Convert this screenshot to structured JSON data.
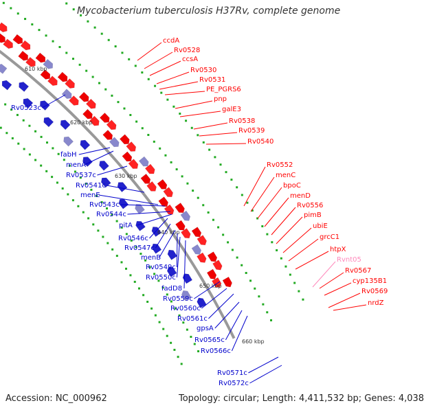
{
  "title": "Mycobacterium tuberculosis H37Rv, complete genome",
  "footer": {
    "accession": "Accession: NC_000962",
    "summary": "Topology: circular; Length: 4,411,532 bp; Genes: 4,038"
  },
  "colors": {
    "forward_label": "#ff0000",
    "reverse_label": "#0000cc",
    "rna_label": "#ff88bb",
    "backbone": "#999999",
    "gc_dots": "#22aa22"
  },
  "scale_labels": [
    "610 kbp",
    "620 kbp",
    "630 kbp",
    "640 kbp",
    "650 kbp",
    "660 kbp"
  ],
  "forward_genes": [
    "ccdA",
    "Rv0528",
    "ccsA",
    "Rv0530",
    "Rv0531",
    "PE_PGRS6",
    "pnp",
    "galE3",
    "Rv0538",
    "Rv0539",
    "Rv0540",
    "Rv0552",
    "menC",
    "bpoC",
    "menD",
    "Rv0556",
    "pimB",
    "ubiE",
    "grcC1",
    "htpX",
    "Rv0567",
    "cyp135B1",
    "Rv0569",
    "nrdZ"
  ],
  "rna_genes": [
    "Rvnt05"
  ],
  "reverse_genes": [
    "Rv0523c",
    "fabH",
    "menA",
    "Rv0537c",
    "Rv0541c",
    "menE",
    "Rv0543c",
    "Rv0544c",
    "pitA",
    "Rv0546c",
    "Rv0547c",
    "menB",
    "Rv0549c",
    "Rv0550c",
    "fadD8",
    "Rv0559c",
    "Rv0560c",
    "Rv0561c",
    "gpsA",
    "Rv0565c",
    "Rv0566c",
    "Rv0571c",
    "Rv0572c"
  ]
}
